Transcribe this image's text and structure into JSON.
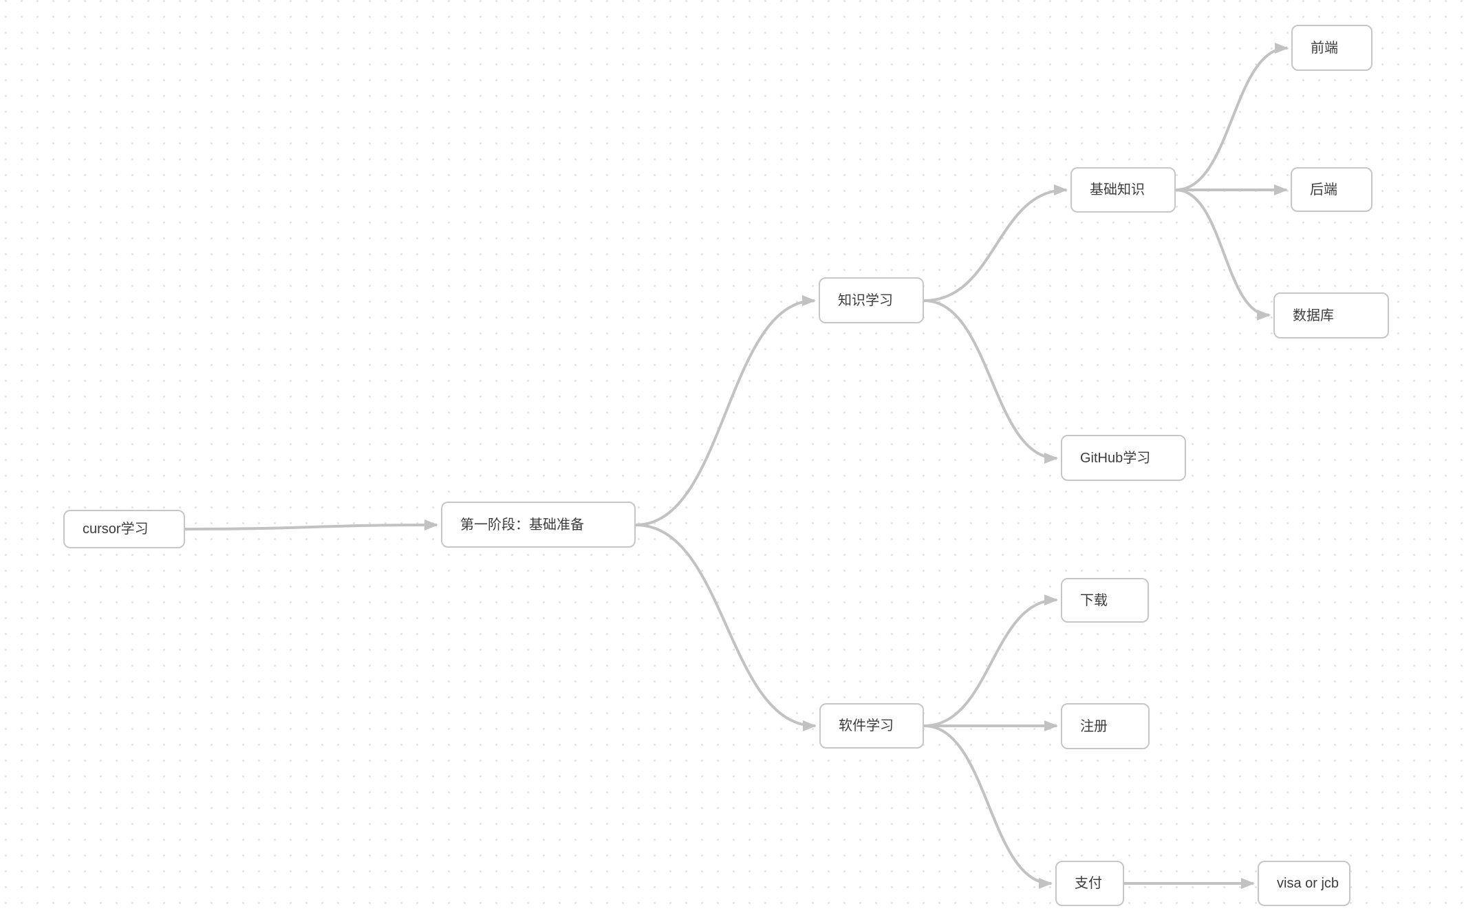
{
  "canvas": {
    "type": "mindmap-diagram",
    "colors": {
      "canvas_bg": "#ffffff",
      "dot_color": "#e2e2e2",
      "edge_color": "#c2c2c2",
      "node_border": "#c6c6c6",
      "node_fill": "#ffffff",
      "text_color": "#3c3c3c"
    }
  },
  "nodes": [
    {
      "id": "cursor",
      "label": "cursor学习"
    },
    {
      "id": "stage1",
      "label": "第一阶段：基础准备"
    },
    {
      "id": "knowledge",
      "label": "知识学习"
    },
    {
      "id": "basics",
      "label": "基础知识"
    },
    {
      "id": "frontend",
      "label": "前端"
    },
    {
      "id": "backend",
      "label": "后端"
    },
    {
      "id": "database",
      "label": "数据库"
    },
    {
      "id": "github",
      "label": "GitHub学习"
    },
    {
      "id": "software",
      "label": "软件学习"
    },
    {
      "id": "download",
      "label": "下载"
    },
    {
      "id": "register",
      "label": "注册"
    },
    {
      "id": "payment",
      "label": "支付"
    },
    {
      "id": "visa",
      "label": "visa or jcb"
    }
  ],
  "edges": [
    {
      "from": "cursor",
      "to": "stage1"
    },
    {
      "from": "stage1",
      "to": "knowledge"
    },
    {
      "from": "stage1",
      "to": "software"
    },
    {
      "from": "knowledge",
      "to": "basics"
    },
    {
      "from": "knowledge",
      "to": "github"
    },
    {
      "from": "basics",
      "to": "frontend"
    },
    {
      "from": "basics",
      "to": "backend"
    },
    {
      "from": "basics",
      "to": "database"
    },
    {
      "from": "software",
      "to": "download"
    },
    {
      "from": "software",
      "to": "register"
    },
    {
      "from": "software",
      "to": "payment"
    },
    {
      "from": "payment",
      "to": "visa"
    }
  ]
}
